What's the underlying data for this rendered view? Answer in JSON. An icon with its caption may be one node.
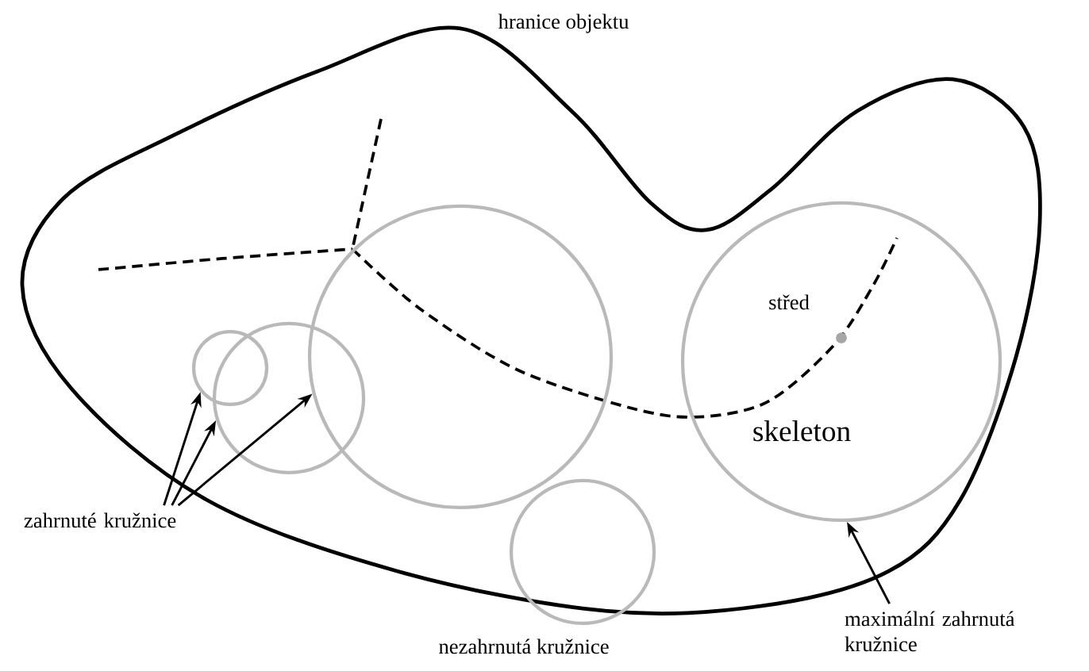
{
  "diagram": {
    "nodes": [
      {
        "text": [
          "zahrnuté kružnice"
        ]
      },
      {
        "text": [],
        "shape": "circle"
      },
      {
        "text": [],
        "shape": "circle"
      },
      {
        "text": [],
        "shape": "circle"
      },
      {
        "text": [],
        "shape": "circle"
      },
      {
        "text": [
          "maximální zahrnutá kružnice"
        ]
      },
      {
        "text": [],
        "shape": "circle"
      }
    ],
    "edges": [
      {
        "from": 0,
        "to": 1,
        "arrow": "to"
      },
      {
        "from": 0,
        "to": 2,
        "arrow": "to"
      },
      {
        "from": 0,
        "to": 3,
        "arrow": "to"
      },
      {
        "from": 5,
        "to": 4,
        "arrow": "to"
      }
    ],
    "labels": [
      "hranice objektu",
      "střed",
      "skeleton",
      "nezahrnutá kružnice"
    ]
  }
}
